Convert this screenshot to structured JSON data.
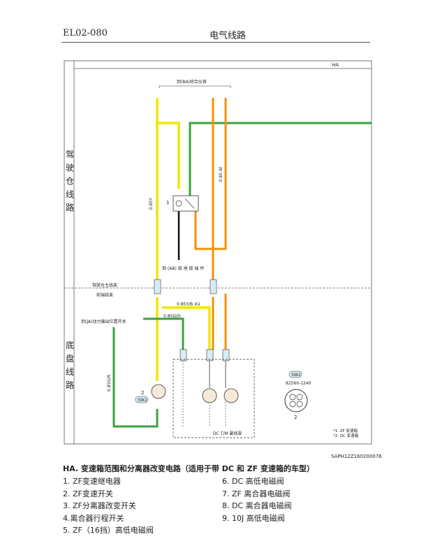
{
  "header": {
    "page_code": "EL02-080",
    "section_title": "电气线路"
  },
  "panel": {
    "code": "HA",
    "cab_label": [
      "驾",
      "驶",
      "仓",
      "线",
      "路"
    ],
    "chassis_label": [
      "底",
      "盘",
      "线",
      "路"
    ],
    "to_ba": "到(BA)综合仪表",
    "to_ab": "到 (AB) 接 地 接 插 件",
    "to_ja": "到(JA)动力输出位置开关",
    "harness_cab": "驾驶仓主线束",
    "harness_chassis": "前端线束",
    "dc_harness": "DC T/M 副线束",
    "connector_code": "82560-1240",
    "component_1": "1",
    "component_2": "2",
    "component_2b": "2",
    "sw_badge": "SW2",
    "wire_y": "0.85Y",
    "wire_bw": "0.85 W",
    "wire_yb": "0.85Y/B ※2",
    "wire_go": "0.85G/O",
    "wire_gr": "0.85G/R"
  },
  "notes": [
    "*1. ZF 变速箱",
    "*2. DC 变速箱"
  ],
  "figure_code": "SAPH12Z160200076",
  "caption": {
    "title": "HA. 变速箱范围和分离器改变电路（适用于带 DC 和 ZF 变速箱的车型）",
    "left_items": [
      "1. ZF变速继电器",
      "2. ZF变速开关",
      "3. ZF分离器改变开关",
      "4.离合器行程开关",
      "5. ZF（16挡）高低电磁阀"
    ],
    "right_items": [
      "6. DC 高低电磁阀",
      "7. ZF 离合器电磁阀",
      "8. DC 离合器电磁阀",
      "9. 10J 高低电磁阀"
    ]
  },
  "colors": {
    "yellow": "#f2e600",
    "green": "#3aa33a",
    "orange": "#f29200",
    "black": "#111111",
    "frame": "#555555"
  }
}
